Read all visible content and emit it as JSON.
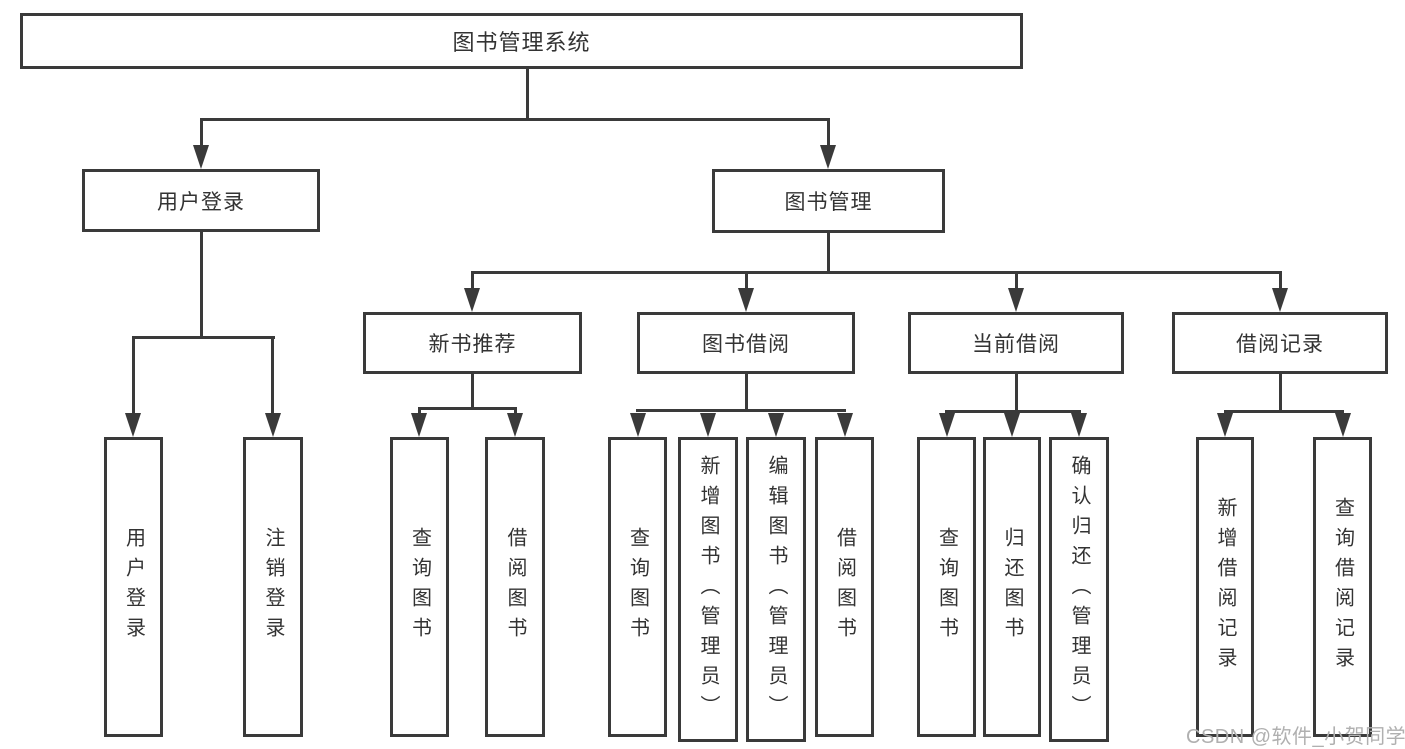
{
  "colors": {
    "line": "#3a3a3a",
    "text": "#333333",
    "watermark": "#b0b0b0",
    "background": "#ffffff"
  },
  "diagram": {
    "title": "图书管理系统",
    "branches": [
      {
        "label": "用户登录",
        "children": [
          {
            "label": "用户登录"
          },
          {
            "label": "注销登录"
          }
        ]
      },
      {
        "label": "图书管理",
        "groups": [
          {
            "label": "新书推荐",
            "children": [
              {
                "label": "查询图书"
              },
              {
                "label": "借阅图书"
              }
            ]
          },
          {
            "label": "图书借阅",
            "children": [
              {
                "label": "查询图书"
              },
              {
                "label": "新增图书（管理员）"
              },
              {
                "label": "编辑图书（管理员）"
              },
              {
                "label": "借阅图书"
              }
            ]
          },
          {
            "label": "当前借阅",
            "children": [
              {
                "label": "查询图书"
              },
              {
                "label": "归还图书"
              },
              {
                "label": "确认归还（管理员）"
              }
            ]
          },
          {
            "label": "借阅记录",
            "children": [
              {
                "label": "新增借阅记录"
              },
              {
                "label": "查询借阅记录"
              }
            ]
          }
        ]
      }
    ]
  },
  "watermark": "CSDN @软件_小贺同学"
}
